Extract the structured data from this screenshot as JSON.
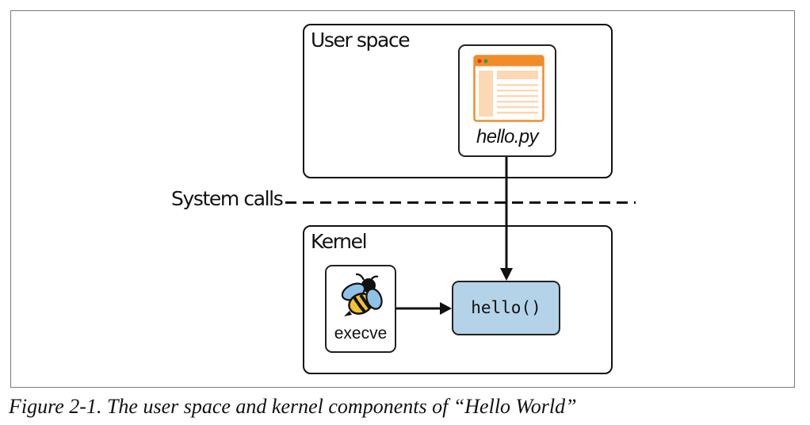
{
  "regions": {
    "user_space": "User space",
    "kernel": "Kernel"
  },
  "boundary": {
    "label": "System calls"
  },
  "nodes": {
    "file": "hello.py",
    "program": "execve",
    "function": "hello()"
  },
  "caption": "Figure 2-1. The user space and kernel components of “Hello World”",
  "colors": {
    "function_fill": "#b4d3e8",
    "window_accent": "#f28c28",
    "window_content": "#fcd8b4",
    "bee_yellow": "#f2c230",
    "bee_wing": "#8fc2e8"
  },
  "icons": {
    "file": "browser-window-icon",
    "program": "bee-icon"
  }
}
